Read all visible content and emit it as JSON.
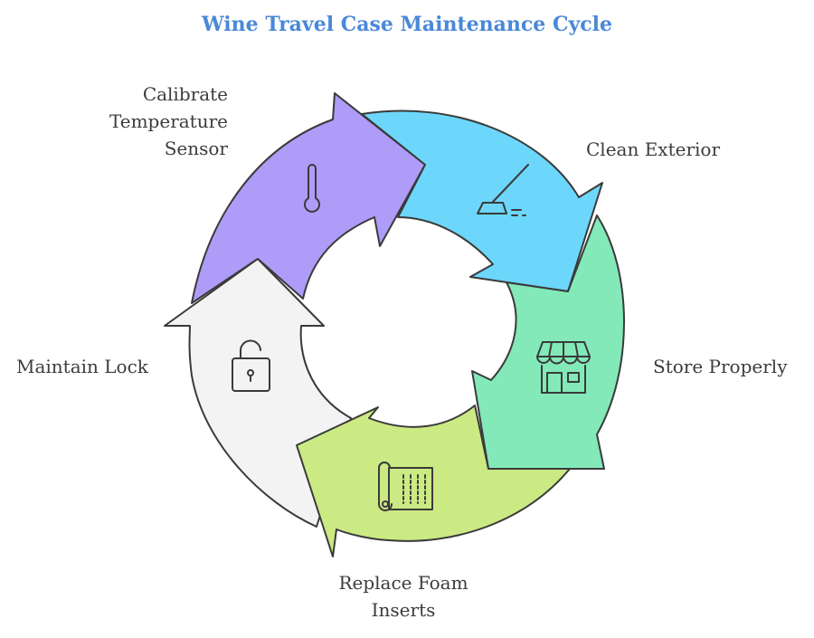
{
  "title": "Wine Travel Case Maintenance Cycle",
  "steps": [
    {
      "id": "calibrate",
      "lines": [
        "Calibrate",
        "Temperature",
        "Sensor"
      ],
      "icon": "thermometer-icon",
      "color": "#ae9cf8"
    },
    {
      "id": "clean",
      "lines": [
        "Clean Exterior"
      ],
      "icon": "broom-icon",
      "color": "#6cd7fb"
    },
    {
      "id": "store",
      "lines": [
        "Store Properly"
      ],
      "icon": "storefront-icon",
      "color": "#83e9b9"
    },
    {
      "id": "replace",
      "lines": [
        "Replace Foam",
        "Inserts"
      ],
      "icon": "foam-roll-icon",
      "color": "#cbea83"
    },
    {
      "id": "lock",
      "lines": [
        "Maintain Lock"
      ],
      "icon": "lock-open-icon",
      "color": "#f3f3f3"
    }
  ]
}
